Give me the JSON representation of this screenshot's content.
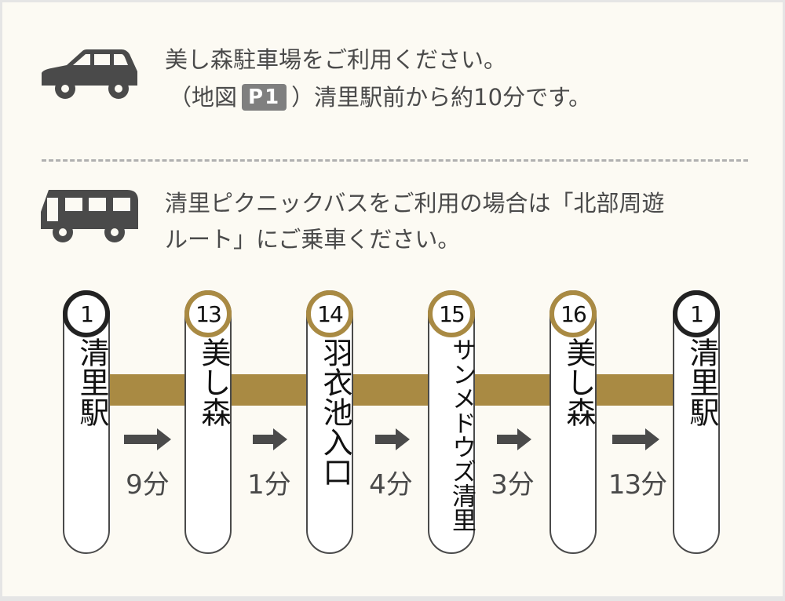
{
  "car_section": {
    "icon": "car-icon",
    "line1": "美し森駐車場をご利用ください。",
    "line2_prefix": "（地図",
    "badge": "P1",
    "line2_suffix": "）清里駅前から約10分です。"
  },
  "bus_section": {
    "icon": "bus-icon",
    "line1": "清里ピクニックバスをご利用の場合は「北部周遊",
    "line2": "ルート」にご乗車ください。"
  },
  "route": {
    "line_color": "#a98a43",
    "stops": [
      {
        "number": "1",
        "name": "清里駅",
        "ring": "dark"
      },
      {
        "number": "13",
        "name": "美し森",
        "ring": "gold"
      },
      {
        "number": "14",
        "name": "羽衣池入口",
        "ring": "gold"
      },
      {
        "number": "15",
        "name": "サンメドウズ清里",
        "ring": "gold"
      },
      {
        "number": "16",
        "name": "美し森",
        "ring": "gold"
      },
      {
        "number": "1",
        "name": "清里駅",
        "ring": "dark"
      }
    ],
    "durations": [
      "9分",
      "1分",
      "4分",
      "3分",
      "13分"
    ]
  }
}
